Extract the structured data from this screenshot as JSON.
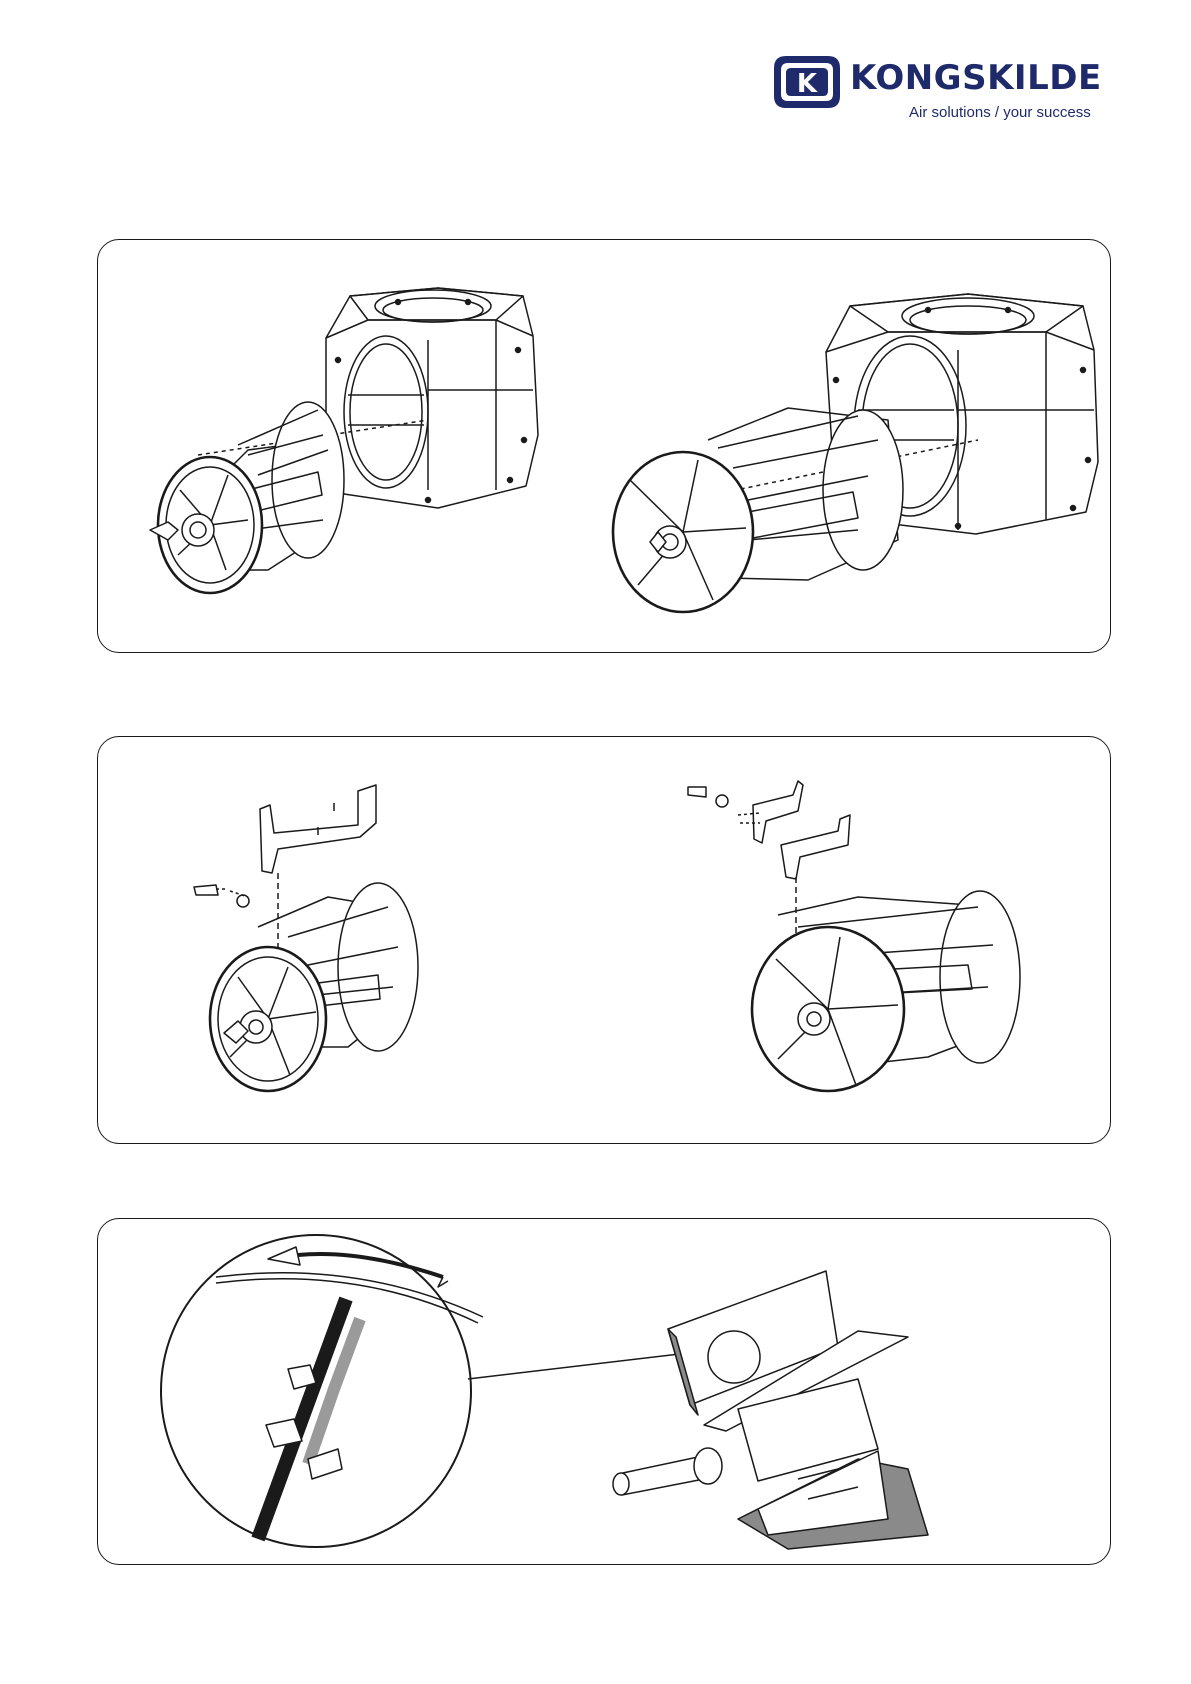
{
  "header": {
    "brand_name": "KONGSKILDE",
    "tagline": "Air solutions / your success",
    "logo_letter": "K",
    "brand_color": "#1f2a6b"
  },
  "panels": [
    {
      "name": "rotor-removal-illustrations",
      "figures": [
        "small-rotor-and-housing",
        "large-rotor-and-housing"
      ]
    },
    {
      "name": "blade-tip-replacement-illustrations",
      "figures": [
        "small-rotor-blade-tip",
        "large-rotor-blade-tip"
      ]
    },
    {
      "name": "blade-tip-detail-illustration",
      "figures": [
        "rotation-detail-circle",
        "rotor-blade-closeup"
      ]
    }
  ],
  "colors": {
    "line": "#1a1a1a",
    "shade": "#8a8a8a",
    "background": "#ffffff"
  }
}
